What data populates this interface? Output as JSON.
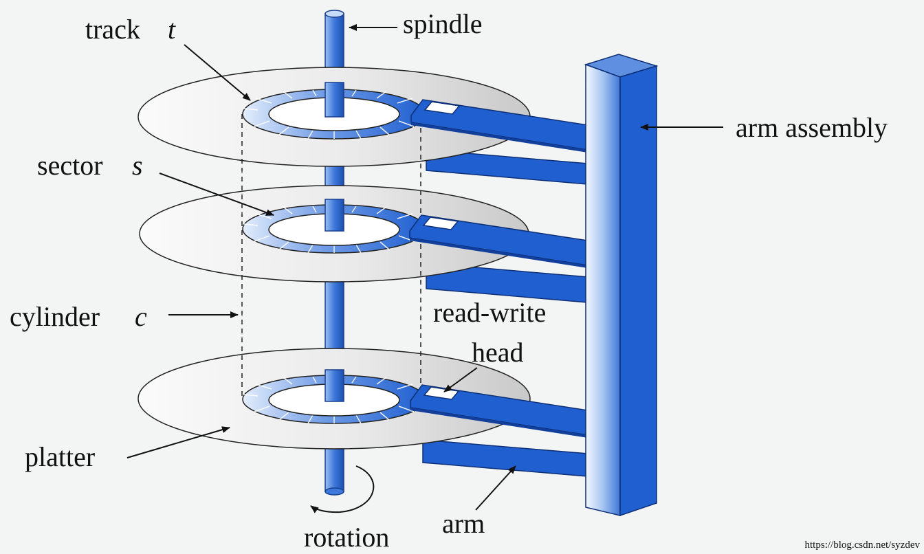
{
  "labels": {
    "track": "track",
    "track_var": "t",
    "sector": "sector",
    "sector_var": "s",
    "cylinder": "cylinder",
    "cylinder_var": "c",
    "spindle": "spindle",
    "arm_assembly": "arm assembly",
    "read_write": "read-write",
    "head": "head",
    "platter": "platter",
    "rotation": "rotation",
    "arm": "arm"
  },
  "watermark": "https://blog.csdn.net/syzdev",
  "colors": {
    "accent_blue": "#1f5fd0",
    "dark_blue": "#123f9c",
    "light_blue": "#dde9fb",
    "platter_light": "#f7f7f7",
    "platter_dark": "#cfcfcf",
    "background": "#f3f4f4"
  }
}
